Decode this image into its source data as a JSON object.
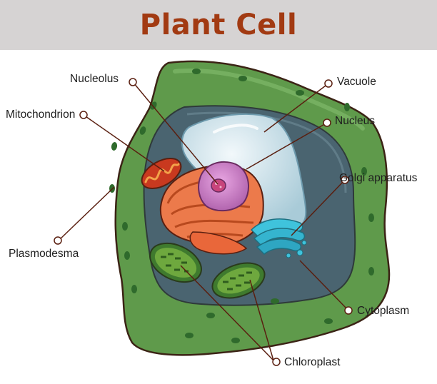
{
  "title": "Plant Cell",
  "colors": {
    "title_text": "#a23a12",
    "title_band": "#d6d3d3",
    "cell_wall": "#5f9a4b",
    "cytoplasm": "#4a6470",
    "vacuole": "#cfe2ea",
    "nucleus": "#ec7a4b",
    "nucleolus": "#d58ad0",
    "golgi": "#35b4cf",
    "chloroplast": "#6ea83e",
    "leader_line": "#5a1f10"
  },
  "labels": {
    "nucleolus": "Nucleolus",
    "mitochondrion": "Mitochondrion",
    "plasmodesma": "Plasmodesma",
    "vacuole": "Vacuole",
    "nucleus": "Nucleus",
    "golgi": "Golgi apparatus",
    "cytoplasm": "Cytoplasm",
    "chloroplast": "Chloroplast"
  }
}
